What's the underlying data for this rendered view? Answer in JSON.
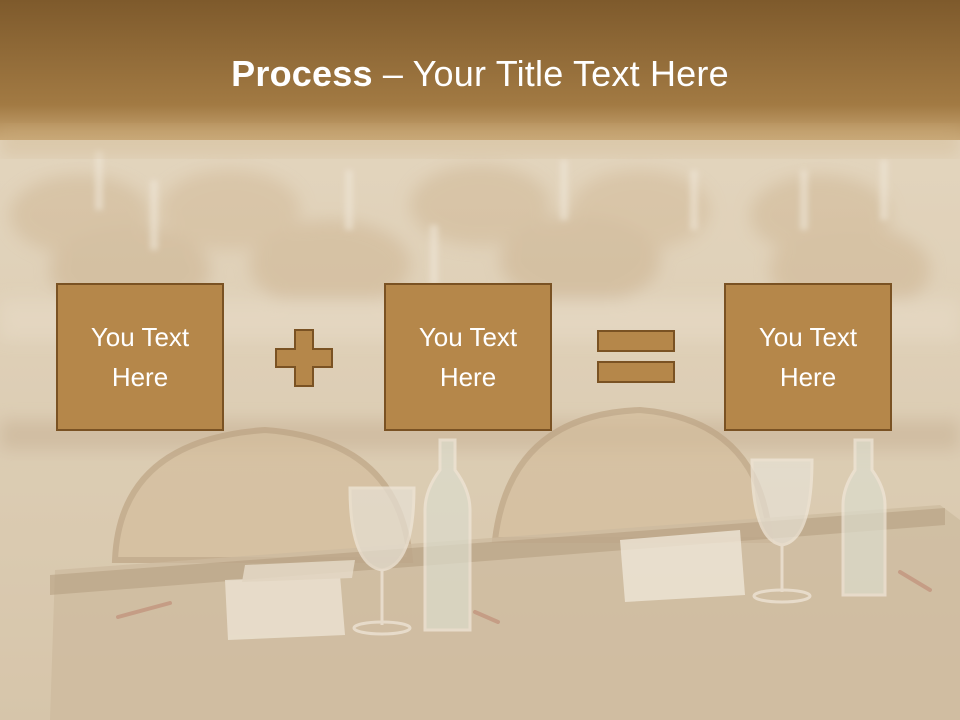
{
  "slide": {
    "title_bold": "Process",
    "title_rest": " – Your Title Text Here",
    "boxes": [
      {
        "text": "You Text\nHere"
      },
      {
        "text": "You Text\nHere"
      },
      {
        "text": "You Text\nHere"
      }
    ],
    "operators": [
      "plus-icon",
      "equals-icon"
    ]
  },
  "colors": {
    "header_band": "#8a6332",
    "box_fill": "#b5874a",
    "box_border": "#7a5223",
    "background": "#d9c9b0",
    "text": "#ffffff"
  }
}
